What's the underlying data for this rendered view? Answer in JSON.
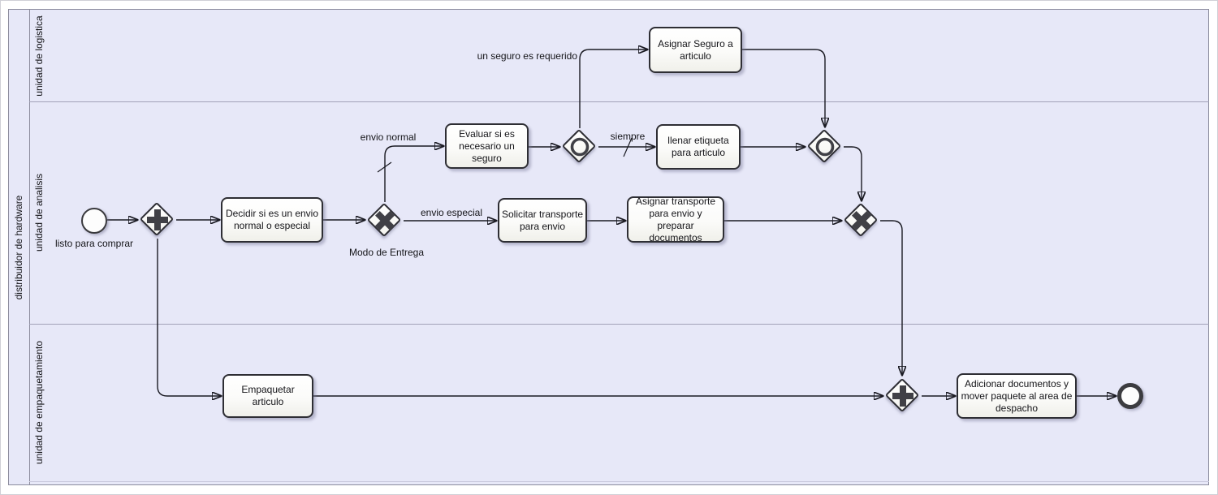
{
  "pool": {
    "label": "distribuidor de hardware"
  },
  "lanes": [
    {
      "label": "unidad de logistica"
    },
    {
      "label": "unidad de analisis"
    },
    {
      "label": "unidad de empaquetamiento"
    }
  ],
  "process": {
    "start_event": {
      "label": "listo para comprar"
    },
    "tasks": {
      "decidir": {
        "label": "Decidir si es un  envio normal o especial"
      },
      "evaluar": {
        "label": "Evaluar si es necesario un seguro"
      },
      "asignar_seguro": {
        "label": "Asignar Seguro a articulo"
      },
      "llenar_etiqueta": {
        "label": "llenar etiqueta para articulo"
      },
      "solicitar_transporte": {
        "label": "Solicitar transporte para envio"
      },
      "asignar_transporte": {
        "label": "Asignar transporte para envio y preparar documentos"
      },
      "empaquetar": {
        "label": "Empaquetar articulo"
      },
      "adicionar_documentos": {
        "label": "Adicionar documentos y mover paquete al area de despacho"
      }
    },
    "gateways": {
      "split_parallel": {
        "type": "parallel"
      },
      "modo_de_entrega": {
        "type": "exclusive",
        "label": "Modo de Entrega"
      },
      "seguro_split": {
        "type": "inclusive"
      },
      "seguro_join": {
        "type": "inclusive"
      },
      "envio_join": {
        "type": "exclusive"
      },
      "empaque_join": {
        "type": "parallel"
      }
    },
    "flow_labels": {
      "envio_normal": "envio normal",
      "envio_especial": "envio especial",
      "un_seguro_es_requerido": "un seguro es requerido",
      "siempre": "siempre"
    }
  },
  "colors": {
    "lane_fill": "#e7e8f8",
    "pool_border": "#8b8b9d",
    "lane_line": "#a2a2b8",
    "shape_border": "#2e2e34",
    "gateway_marker": "#404046",
    "flow_line": "#1a1a22",
    "text": "#141418"
  }
}
